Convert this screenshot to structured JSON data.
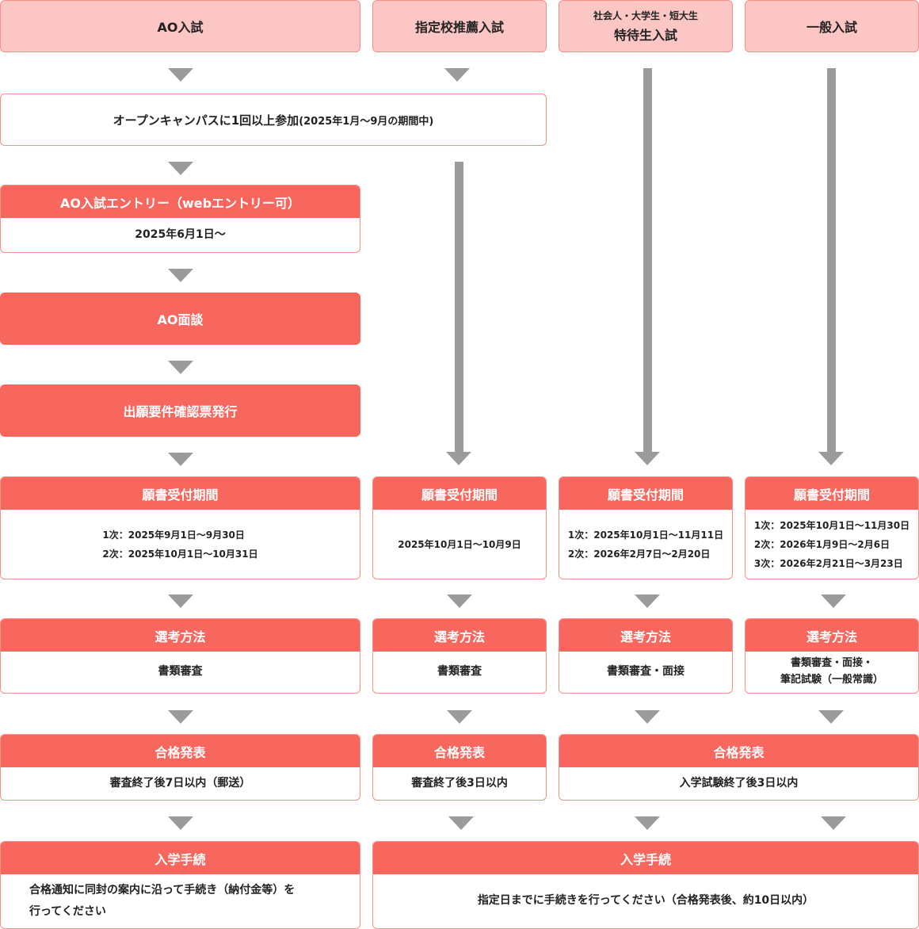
{
  "headers": {
    "ao": "AO入試",
    "shitei": "指定校推薦入試",
    "tokutai_sub": "社会人・大学生・短大生",
    "tokutai": "特待生入試",
    "ippan": "一般入試"
  },
  "open_campus": {
    "main": "オープンキャンパスに1回以上参加",
    "period": "(2025年1月～9月の期間中)"
  },
  "ao_entry": {
    "title": "AO入試エントリー（webエントリー可）",
    "date": "2025年6月1日～"
  },
  "ao_interview": "AO面談",
  "requirement_ticket": "出願要件確認票発行",
  "application": {
    "title": "願書受付期間",
    "ao": [
      "1次：2025年9月1日～9月30日",
      "2次：2025年10月1日～10月31日"
    ],
    "shitei": [
      "2025年10月1日～10月9日"
    ],
    "tokutai": [
      "1次：2025年10月1日～11月11日",
      "2次：2026年2月7日～2月20日"
    ],
    "ippan": [
      "1次：2025年10月1日～11月30日",
      "2次：2026年1月9日～2月6日",
      "3次：2026年2月21日～3月23日"
    ]
  },
  "selection": {
    "title": "選考方法",
    "ao": "書類審査",
    "shitei": "書類審査",
    "tokutai": "書類審査・面接",
    "ippan_line1": "書類審査・面接・",
    "ippan_line2": "筆記試験（一般常識）"
  },
  "result": {
    "title": "合格発表",
    "ao": "審査終了後7日以内（郵送）",
    "shitei": "審査終了後3日以内",
    "combined": "入学試験終了後3日以内"
  },
  "enroll": {
    "title": "入学手続",
    "ao_line1": "合格通知に同封の案内に沿って手続き（納付金等）を",
    "ao_line2": "行ってください",
    "others": "指定日までに手続きを行ってください（合格発表後、約10日以内）"
  }
}
